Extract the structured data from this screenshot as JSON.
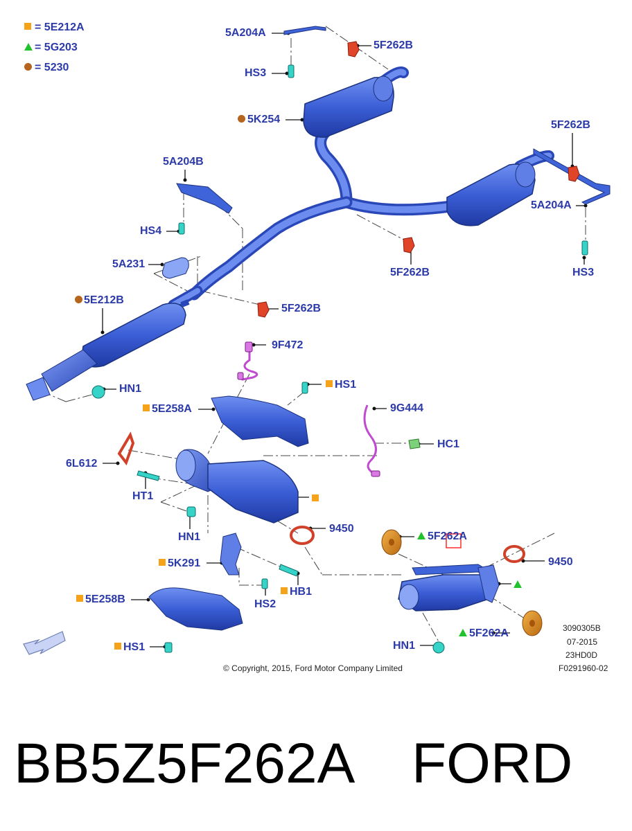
{
  "legend": [
    {
      "symbol": "square",
      "color": "#f5a31a",
      "text": "= 5E212A"
    },
    {
      "symbol": "triangle",
      "color": "#22c22e",
      "text": "= 5G203"
    },
    {
      "symbol": "circle",
      "color": "#b5651d",
      "text": "= 5230"
    }
  ],
  "labels": {
    "l_5A204A_top": "5A204A",
    "l_HS3_top": "HS3",
    "l_5F262B_top": "5F262B",
    "l_5K254": "5K254",
    "l_5F262B_right": "5F262B",
    "l_5A204A_right": "5A204A",
    "l_HS3_right": "HS3",
    "l_5A204B": "5A204B",
    "l_HS4": "HS4",
    "l_5A231": "5A231",
    "l_5F262B_mid": "5F262B",
    "l_5F262B_bottom": "5F262B",
    "l_5E212B": "5E212B",
    "l_HN1_left": "HN1",
    "l_9F472": "9F472",
    "l_HS1_mid": "HS1",
    "l_5E258A": "5E258A",
    "l_9G444": "9G444",
    "l_HC1": "HC1",
    "l_6L612": "6L612",
    "l_HT1": "HT1",
    "l_HN1_mid": "HN1",
    "l_9450_mid": "9450",
    "l_5F262A_top": "5F262A",
    "l_9450_right": "9450",
    "l_5K291": "5K291",
    "l_HB1": "HB1",
    "l_HS2": "HS2",
    "l_5E258B": "5E258B",
    "l_HS1_bottom": "HS1",
    "l_HN1_bottom": "HN1",
    "l_5F262A_bottom": "5F262A"
  },
  "meta": {
    "drawing_no": "3090305B",
    "date": "07-2015",
    "code": "23HD0D",
    "figure_no": "F0291960-02",
    "copyright": "© Copyright, 2015, Ford Motor Company Limited"
  },
  "caption": {
    "part_number": "BB5Z5F262A",
    "brand": "FORD"
  },
  "colors": {
    "label": "#2b3aa8",
    "pipe": "#3f63d8",
    "rubber": "#e0452a",
    "isolator": "#d5871e",
    "fastener": "#35d3c8",
    "sensor": "#c04ad0",
    "highlight": "#ff2a2a"
  }
}
